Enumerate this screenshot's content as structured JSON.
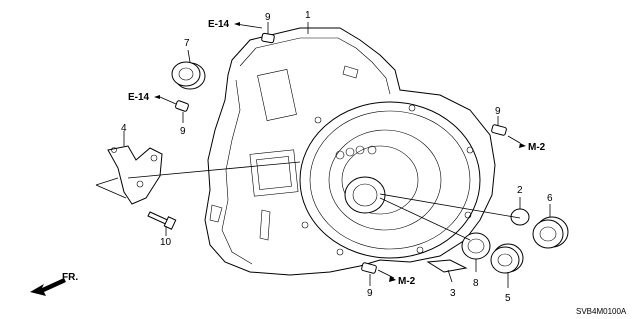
{
  "callouts": {
    "c1": "1",
    "c2": "2",
    "c3": "3",
    "c4": "4",
    "c5": "5",
    "c6": "6",
    "c7": "7",
    "c8": "8",
    "c9a": "9",
    "c9b": "9",
    "c9c": "9",
    "c9d": "9",
    "c10": "10"
  },
  "refs": {
    "e14_top": "E-14",
    "e14_left": "E-14",
    "m2_right": "M-2",
    "m2_bottom": "M-2"
  },
  "front_label": "FR.",
  "diagram_code": "SVB4M0100A"
}
